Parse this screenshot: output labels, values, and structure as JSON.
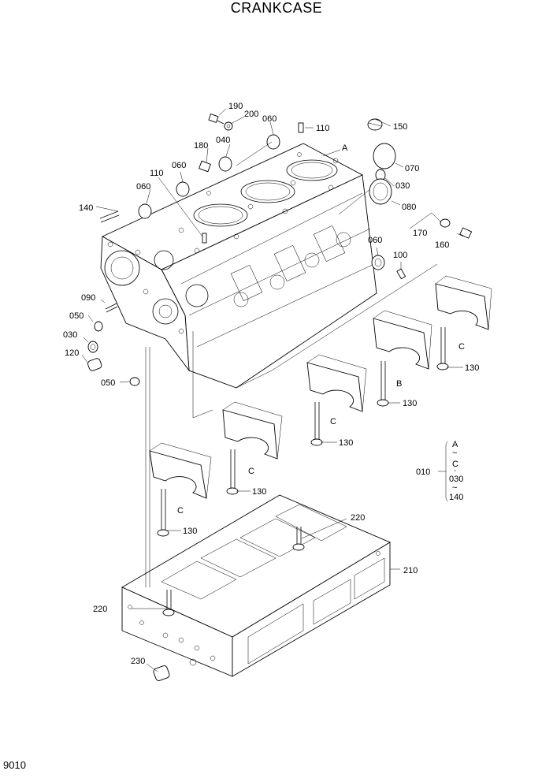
{
  "title": "CRANKCASE",
  "page_number": "9010",
  "callouts": {
    "c190": "190",
    "c200": "200",
    "c060a": "060",
    "c110a": "110",
    "c150": "150",
    "c180": "180",
    "c040": "040",
    "cA": "A",
    "c060b": "060",
    "c110b": "110",
    "c070": "070",
    "c060c": "060",
    "c030a": "030",
    "c080": "080",
    "c140a": "140",
    "c170": "170",
    "c160": "160",
    "c060d": "060",
    "c100": "100",
    "c090": "090",
    "c050a": "050",
    "c030b": "030",
    "c120": "120",
    "c050b": "050",
    "c130a": "130",
    "cCa": "C",
    "cB": "B",
    "c130b": "130",
    "cCb": "C",
    "c130c": "130",
    "cCc": "C",
    "c130d": "130",
    "cCd": "C",
    "c130e": "130",
    "c220a": "220",
    "c210": "210",
    "c220b": "220",
    "c230": "230"
  },
  "legend": {
    "code": "010",
    "items": [
      "A",
      "C",
      "030",
      "140"
    ]
  }
}
